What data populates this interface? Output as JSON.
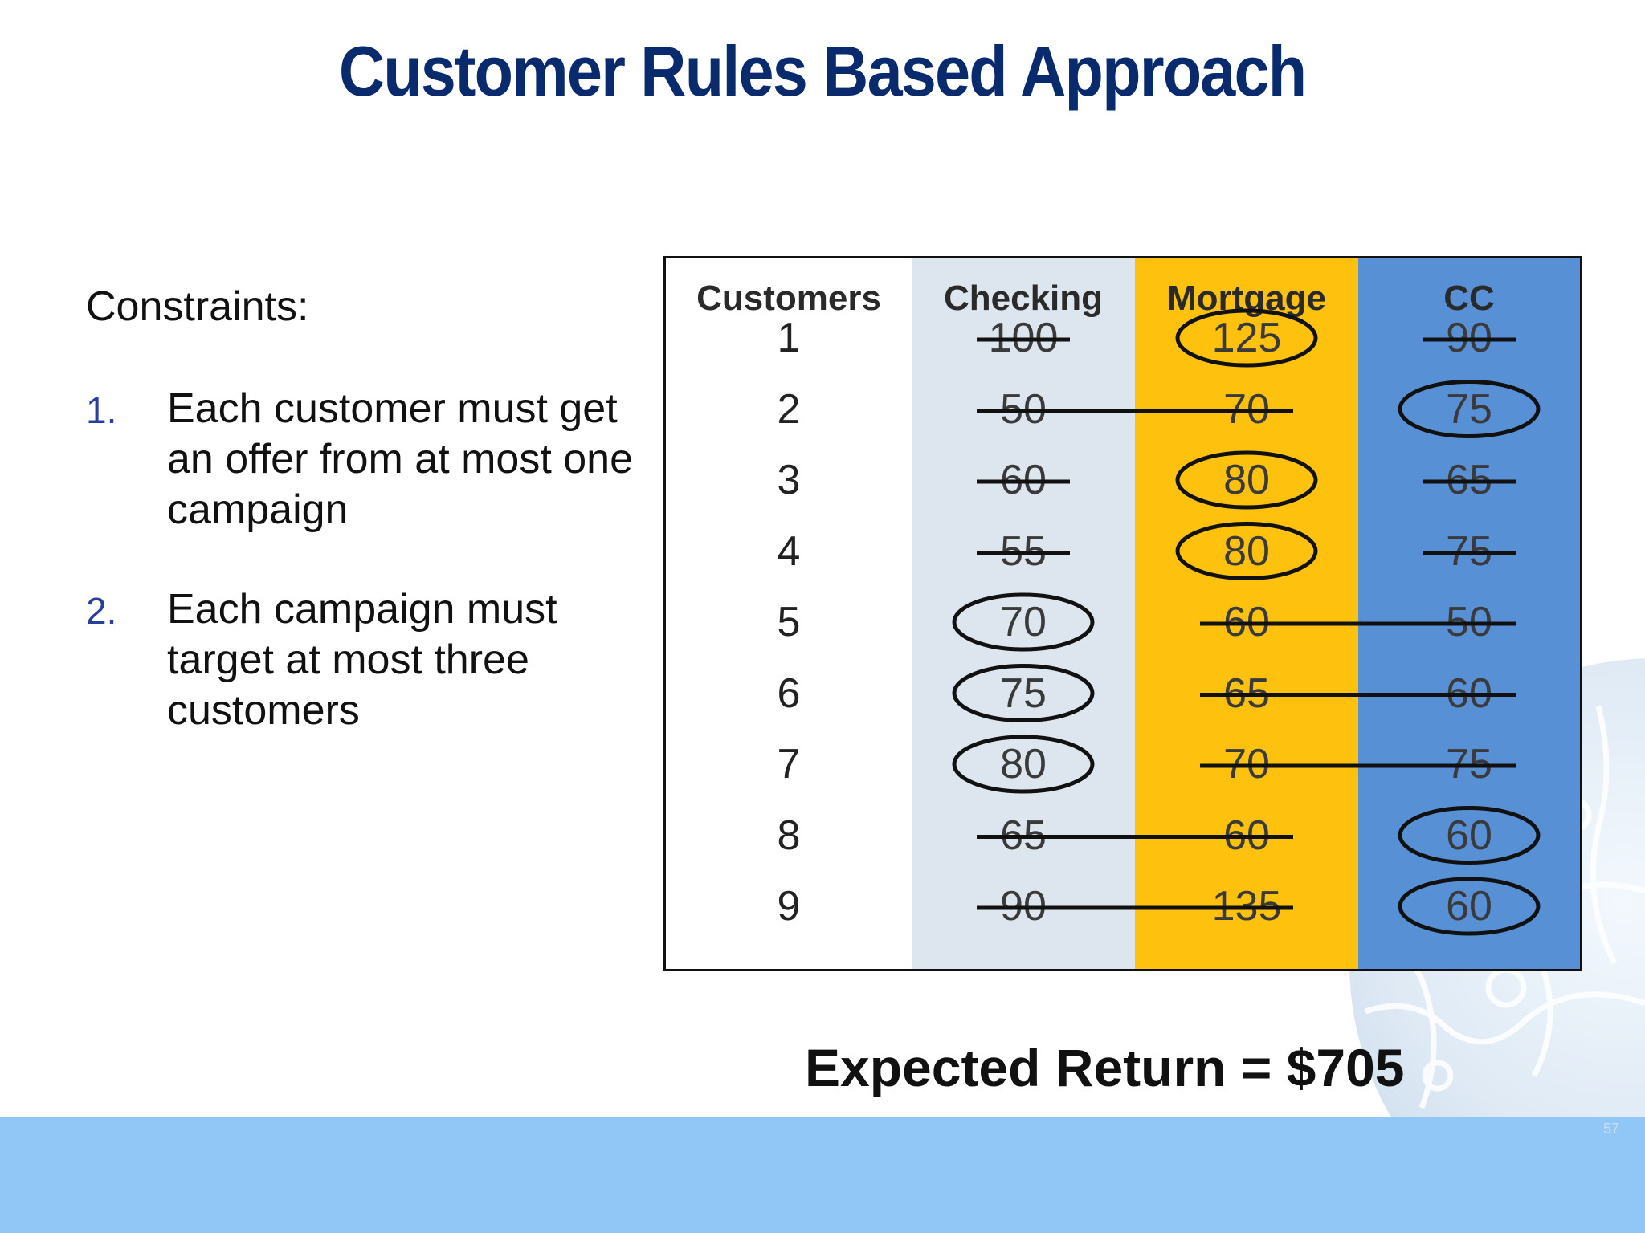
{
  "slide": {
    "title": "Customer Rules Based Approach",
    "page_number": "57",
    "colors": {
      "title": "#0a2a6e",
      "list_numbers": "#2a3f9c",
      "checking": "#dde6ef",
      "mortgage": "#fec20e",
      "cc": "#5890d6",
      "footer": "#90c7f7"
    },
    "decoration": "globe-puzzle-watermark"
  },
  "constraints": {
    "heading": "Constraints:",
    "items": [
      {
        "number": "1.",
        "text": "Each customer must get an offer from at most one campaign"
      },
      {
        "number": "2.",
        "text": "Each campaign must target at most three customers"
      }
    ]
  },
  "table": {
    "headers": [
      "Customers",
      "Checking",
      "Mortgage",
      "CC"
    ],
    "rows": [
      {
        "customer": "1",
        "values": [
          "100",
          "125",
          "90"
        ]
      },
      {
        "customer": "2",
        "values": [
          "50",
          "70",
          "75"
        ]
      },
      {
        "customer": "3",
        "values": [
          "60",
          "80",
          "65"
        ]
      },
      {
        "customer": "4",
        "values": [
          "55",
          "80",
          "75"
        ]
      },
      {
        "customer": "5",
        "values": [
          "70",
          "60",
          "50"
        ]
      },
      {
        "customer": "6",
        "values": [
          "75",
          "65",
          "60"
        ]
      },
      {
        "customer": "7",
        "values": [
          "80",
          "70",
          "75"
        ]
      },
      {
        "customer": "8",
        "values": [
          "65",
          "60",
          "60"
        ]
      },
      {
        "customer": "9",
        "values": [
          "90",
          "135",
          "60"
        ]
      }
    ],
    "selected_offer_column": [
      1,
      2,
      1,
      1,
      0,
      0,
      0,
      2,
      2
    ],
    "strike_marks": "all non-selected values in each row are crossed out"
  },
  "summary": {
    "expected_return": "Expected Return = $705"
  }
}
